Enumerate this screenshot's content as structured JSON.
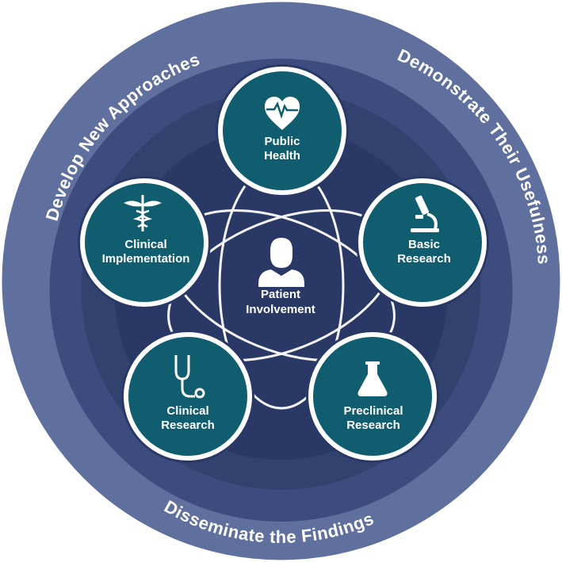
{
  "ring_labels": {
    "top_left": "Develop New Approaches",
    "top_right": "Demonstrate Their Usefulness",
    "bottom": "Disseminate the Findings"
  },
  "center": {
    "line1": "Patient",
    "line2": "Involvement",
    "icon": "person-icon"
  },
  "nodes": [
    {
      "id": "public-health",
      "line1": "Public",
      "line2": "Health",
      "icon": "heart-pulse-icon"
    },
    {
      "id": "basic-research",
      "line1": "Basic",
      "line2": "Research",
      "icon": "microscope-icon"
    },
    {
      "id": "preclinical-research",
      "line1": "Preclinical",
      "line2": "Research",
      "icon": "flask-icon"
    },
    {
      "id": "clinical-research",
      "line1": "Clinical",
      "line2": "Research",
      "icon": "stethoscope-icon"
    },
    {
      "id": "clinical-implementation",
      "line1": "Clinical",
      "line2": "Implementation",
      "icon": "caduceus-icon"
    }
  ],
  "colors": {
    "outer_ring": "#5f6f9e",
    "mid_ring": "#3c4c7f",
    "inner_disc": "#2e3d6e",
    "core": "#263566",
    "node_fill": "#0f5d6e",
    "node_border": "#ffffff",
    "text": "#ffffff"
  }
}
